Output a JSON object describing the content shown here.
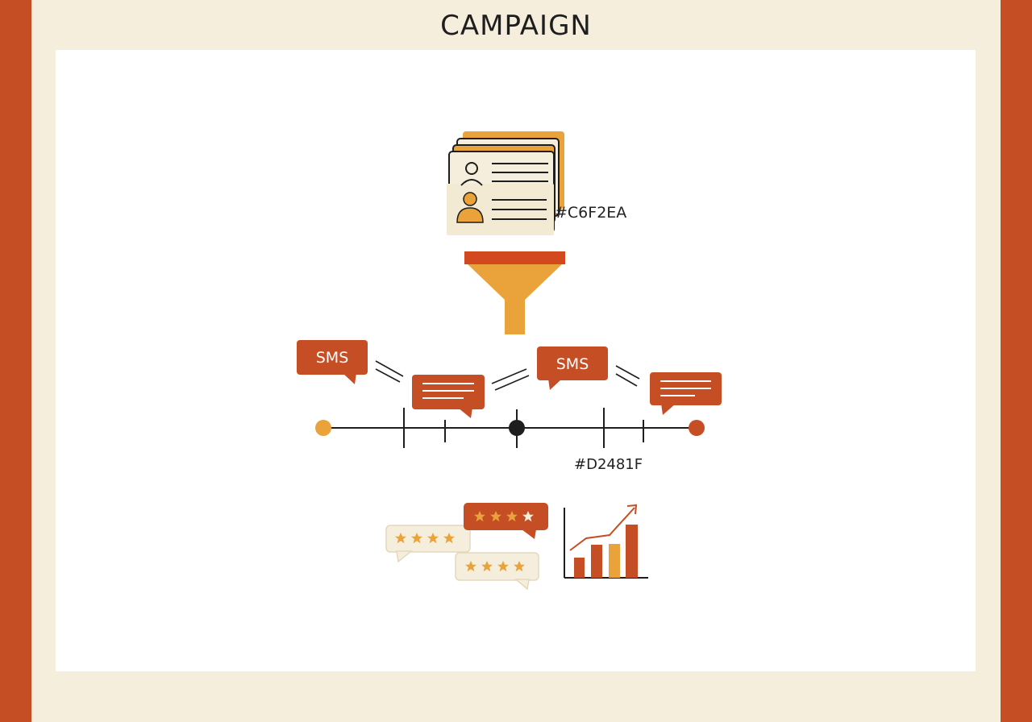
{
  "title": "CAMPAIGN",
  "labels": {
    "contacts_hex": "#C6F2EA",
    "timeline_hex": "#D2481F"
  },
  "messages": [
    {
      "text": "SMS"
    },
    {
      "text": "SMS"
    }
  ],
  "icons": [
    "contact-cards-icon",
    "funnel-icon",
    "chat-bubble-icon",
    "star-review-icon",
    "bar-chart-icon",
    "trend-arrow-icon"
  ],
  "colors": {
    "accent_red": "#c54e24",
    "accent_orange": "#e9a33a",
    "cream": "#f5eedc",
    "dark": "#1e1e1e"
  }
}
